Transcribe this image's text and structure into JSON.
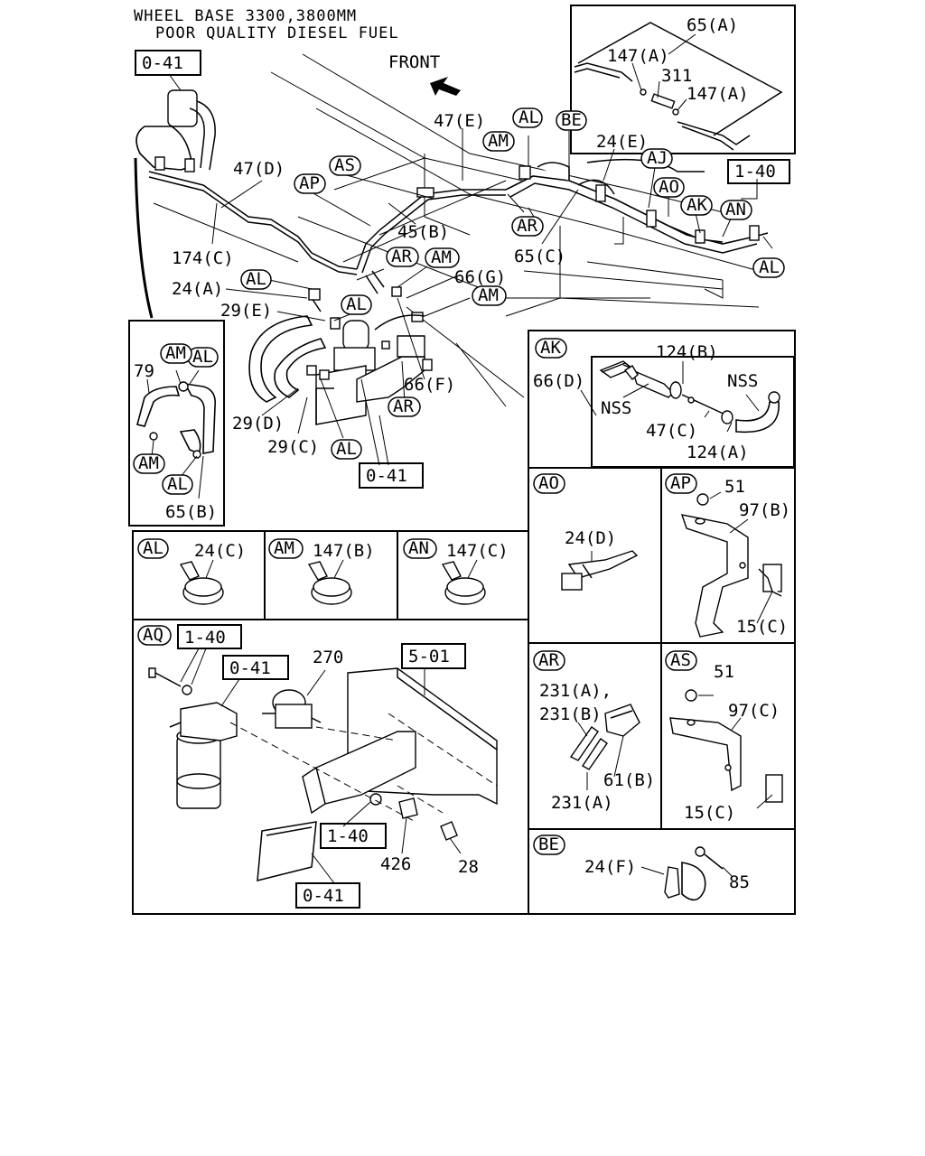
{
  "header": {
    "line1": "WHEEL BASE 3300,3800MM",
    "line2": "POOR QUALITY DIESEL FUEL",
    "front": "FRONT"
  },
  "refs": {
    "r041": "0-41",
    "r140": "1-40",
    "r501": "5-01"
  },
  "tags": {
    "AJ": "AJ",
    "AK": "AK",
    "AL": "AL",
    "AM": "AM",
    "AN": "AN",
    "AO": "AO",
    "AP": "AP",
    "AQ": "AQ",
    "AR": "AR",
    "AS": "AS",
    "BE": "BE"
  },
  "parts": {
    "p65A": "65(A)",
    "p147A": "147(A)",
    "p311": "311",
    "p47E": "47(E)",
    "p47D": "47(D)",
    "p24E": "24(E)",
    "p45B": "45(B)",
    "p65C": "65(C)",
    "p174C": "174(C)",
    "p24A": "24(A)",
    "p66G": "66(G)",
    "p29E": "29(E)",
    "p29D": "29(D)",
    "p29C": "29(C)",
    "p66F": "66(F)",
    "p79": "79",
    "p65B": "65(B)",
    "p66D": "66(D)",
    "p124B": "124(B)",
    "p124A": "124(A)",
    "pNSS": "NSS",
    "p47C": "47(C)",
    "p24C": "24(C)",
    "p147B": "147(B)",
    "p147C": "147(C)",
    "p24D": "24(D)",
    "p51": "51",
    "p97B": "97(B)",
    "p15C": "15(C)",
    "p270": "270",
    "p231A_comma": "231(A),",
    "p231B": "231(B)",
    "p231A": "231(A)",
    "p61B": "61(B)",
    "p97C": "97(C)",
    "p426": "426",
    "p28": "28",
    "p24F": "24(F)",
    "p85": "85"
  }
}
